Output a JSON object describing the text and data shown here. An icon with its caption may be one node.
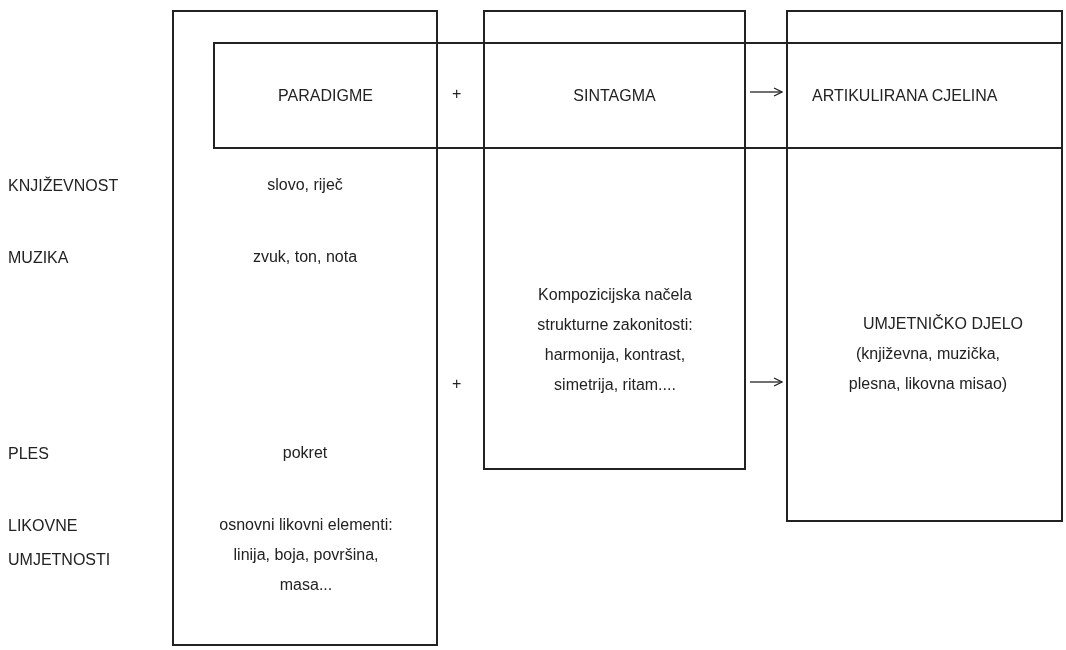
{
  "diagram": {
    "nodes": [
      {
        "text": [
          "slovo, riječ",
          "zvuk, ton, nota",
          "pokret",
          "osnovni likovni elementi: linija, boja, površina, masa..."
        ]
      },
      {
        "text": [
          "Kompozicijska načela strukturne zakonitosti: harmonija, kontrast, simetrija, ritam...."
        ]
      },
      {
        "text": [
          "UMJETNIČKO DJELO",
          "(književna, muzička, plesna, likovna misao)"
        ]
      },
      {
        "text": [
          "PARADIGME"
        ],
        "in": 0
      },
      {
        "text": [
          "SINTAGMA"
        ],
        "in": 1
      },
      {
        "text": [
          "ARTIKULIRANA CJELINA"
        ],
        "in": 2
      }
    ],
    "edges": [
      {
        "from": 4,
        "to": 5,
        "arrow": "to"
      },
      {
        "from": 1,
        "to": 2,
        "arrow": "to"
      }
    ],
    "labels": [
      "+",
      "KNJIŽEVNOST",
      "MUZIKA",
      "+",
      "PLES",
      "LIKOVNE UMJETNOSTI"
    ]
  }
}
